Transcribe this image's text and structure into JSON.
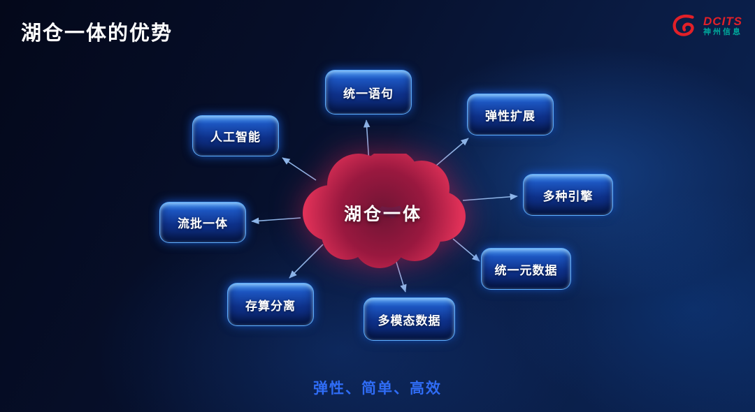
{
  "slide": {
    "title": "湖仓一体的优势",
    "center_label": "湖仓一体",
    "tagline": "弹性、简单、高效",
    "nodes": [
      {
        "label": "统一语句"
      },
      {
        "label": "弹性扩展"
      },
      {
        "label": "人工智能"
      },
      {
        "label": "多种引擎"
      },
      {
        "label": "流批一体"
      },
      {
        "label": "统一元数据"
      },
      {
        "label": "存算分离"
      },
      {
        "label": "多模态数据"
      }
    ],
    "logo": {
      "brand": "DCITS",
      "company": "神州信息"
    },
    "colors": {
      "node_blue": "#1c55c0",
      "cloud_red": "#c42148",
      "tagline_blue": "#2f6cf5",
      "logo_red": "#e22028",
      "logo_teal": "#00a79b"
    }
  }
}
